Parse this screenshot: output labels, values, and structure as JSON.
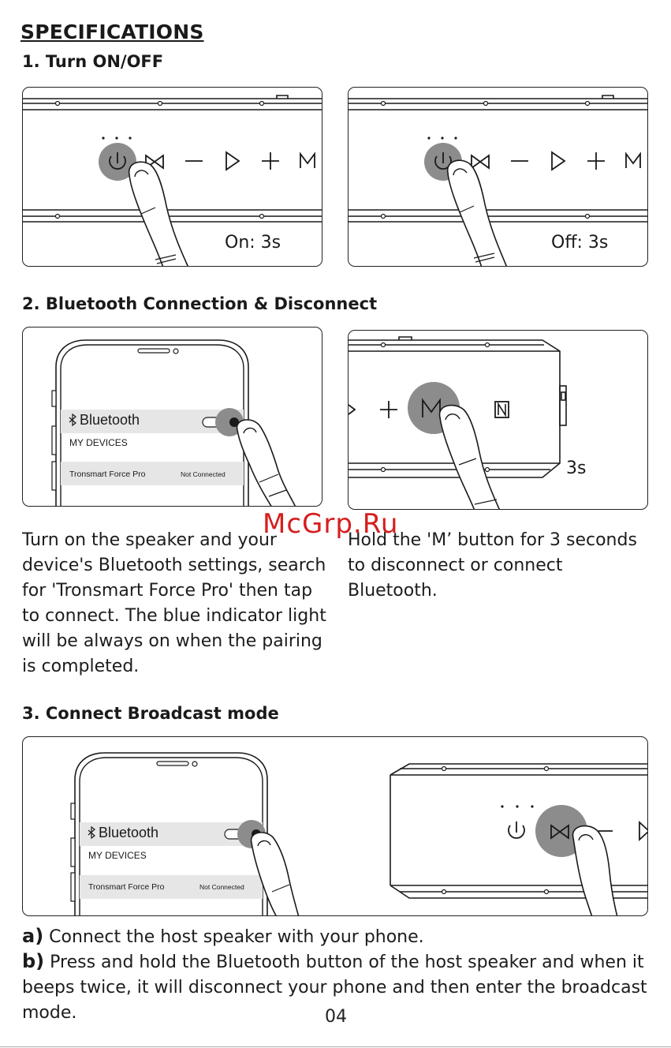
{
  "page": {
    "title": "SPECIFICATIONS",
    "page_number": "04",
    "watermark": "McGrp.Ru"
  },
  "section1": {
    "heading": "1. Turn ON/OFF",
    "panel_left_caption": "On: 3s",
    "panel_right_caption": "Off: 3s"
  },
  "section2": {
    "heading": "2. Bluetooth Connection & Disconnect",
    "phone": {
      "bluetooth_label": "Bluetooth",
      "my_devices": "MY DEVICES",
      "device_name": "Tronsmart Force Pro",
      "device_status": "Not Connected"
    },
    "right_caption": "3s",
    "left_text": "Turn on the speaker and your device's Bluetooth settings, search for 'Tronsmart Force Pro' then tap to connect. The blue indicator light will be always on when the pairing is completed.",
    "right_text": "Hold the 'M’ button for 3 seconds to disconnect or connect Bluetooth."
  },
  "section3": {
    "heading": "3. Connect Broadcast mode",
    "phone": {
      "bluetooth_label": "Bluetooth",
      "my_devices": "MY DEVICES",
      "device_name": "Tronsmart Force Pro",
      "device_status": "Not Connected"
    },
    "step_a_letter": "a)",
    "step_a_text": "Connect the host speaker with your phone.",
    "step_b_letter": "b)",
    "step_b_text": "Press and hold the Bluetooth button of the host speaker and when it beeps twice, it will disconnect your phone and then enter the broadcast mode."
  },
  "colors": {
    "ink": "#1a1a1a",
    "press_circle": "#8c8c8c",
    "row_highlight": "#e6e6e6",
    "watermark": "#d61e1e"
  }
}
